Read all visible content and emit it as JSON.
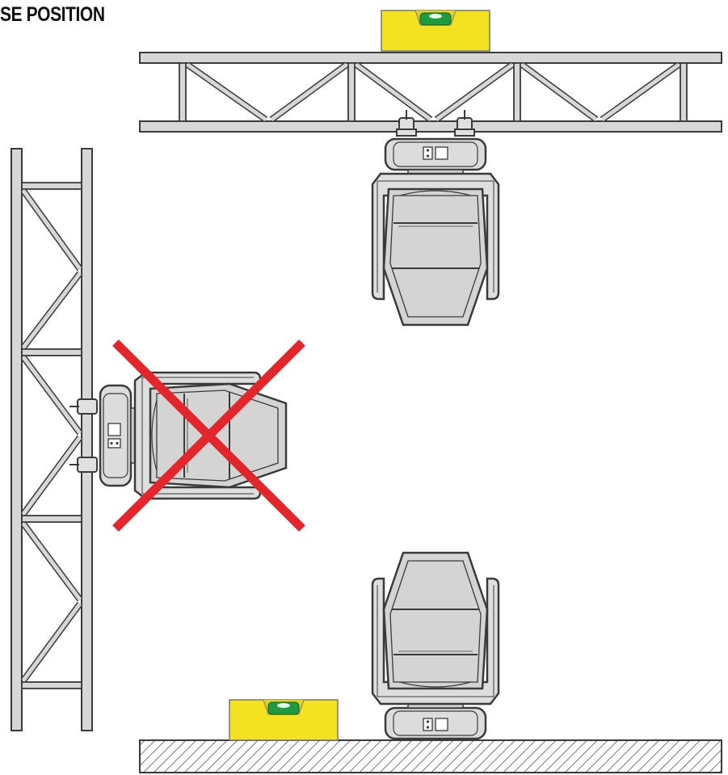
{
  "title": "SE POSITION",
  "colors": {
    "level_body": "#f2e21f",
    "level_bubble": "#1f9a3e",
    "wrong_mark": "#e2262b",
    "fixture_fill": "#d4d4d4",
    "outline": "#3a3a3a"
  },
  "fixtures": [
    {
      "mount": "truss-top",
      "orientation": "hanging-down",
      "allowed": true
    },
    {
      "mount": "truss-left",
      "orientation": "sideways",
      "allowed": false
    },
    {
      "mount": "floor",
      "orientation": "standing-up",
      "allowed": true
    }
  ],
  "levels": [
    {
      "placement": "on-top-truss"
    },
    {
      "placement": "on-floor"
    }
  ]
}
